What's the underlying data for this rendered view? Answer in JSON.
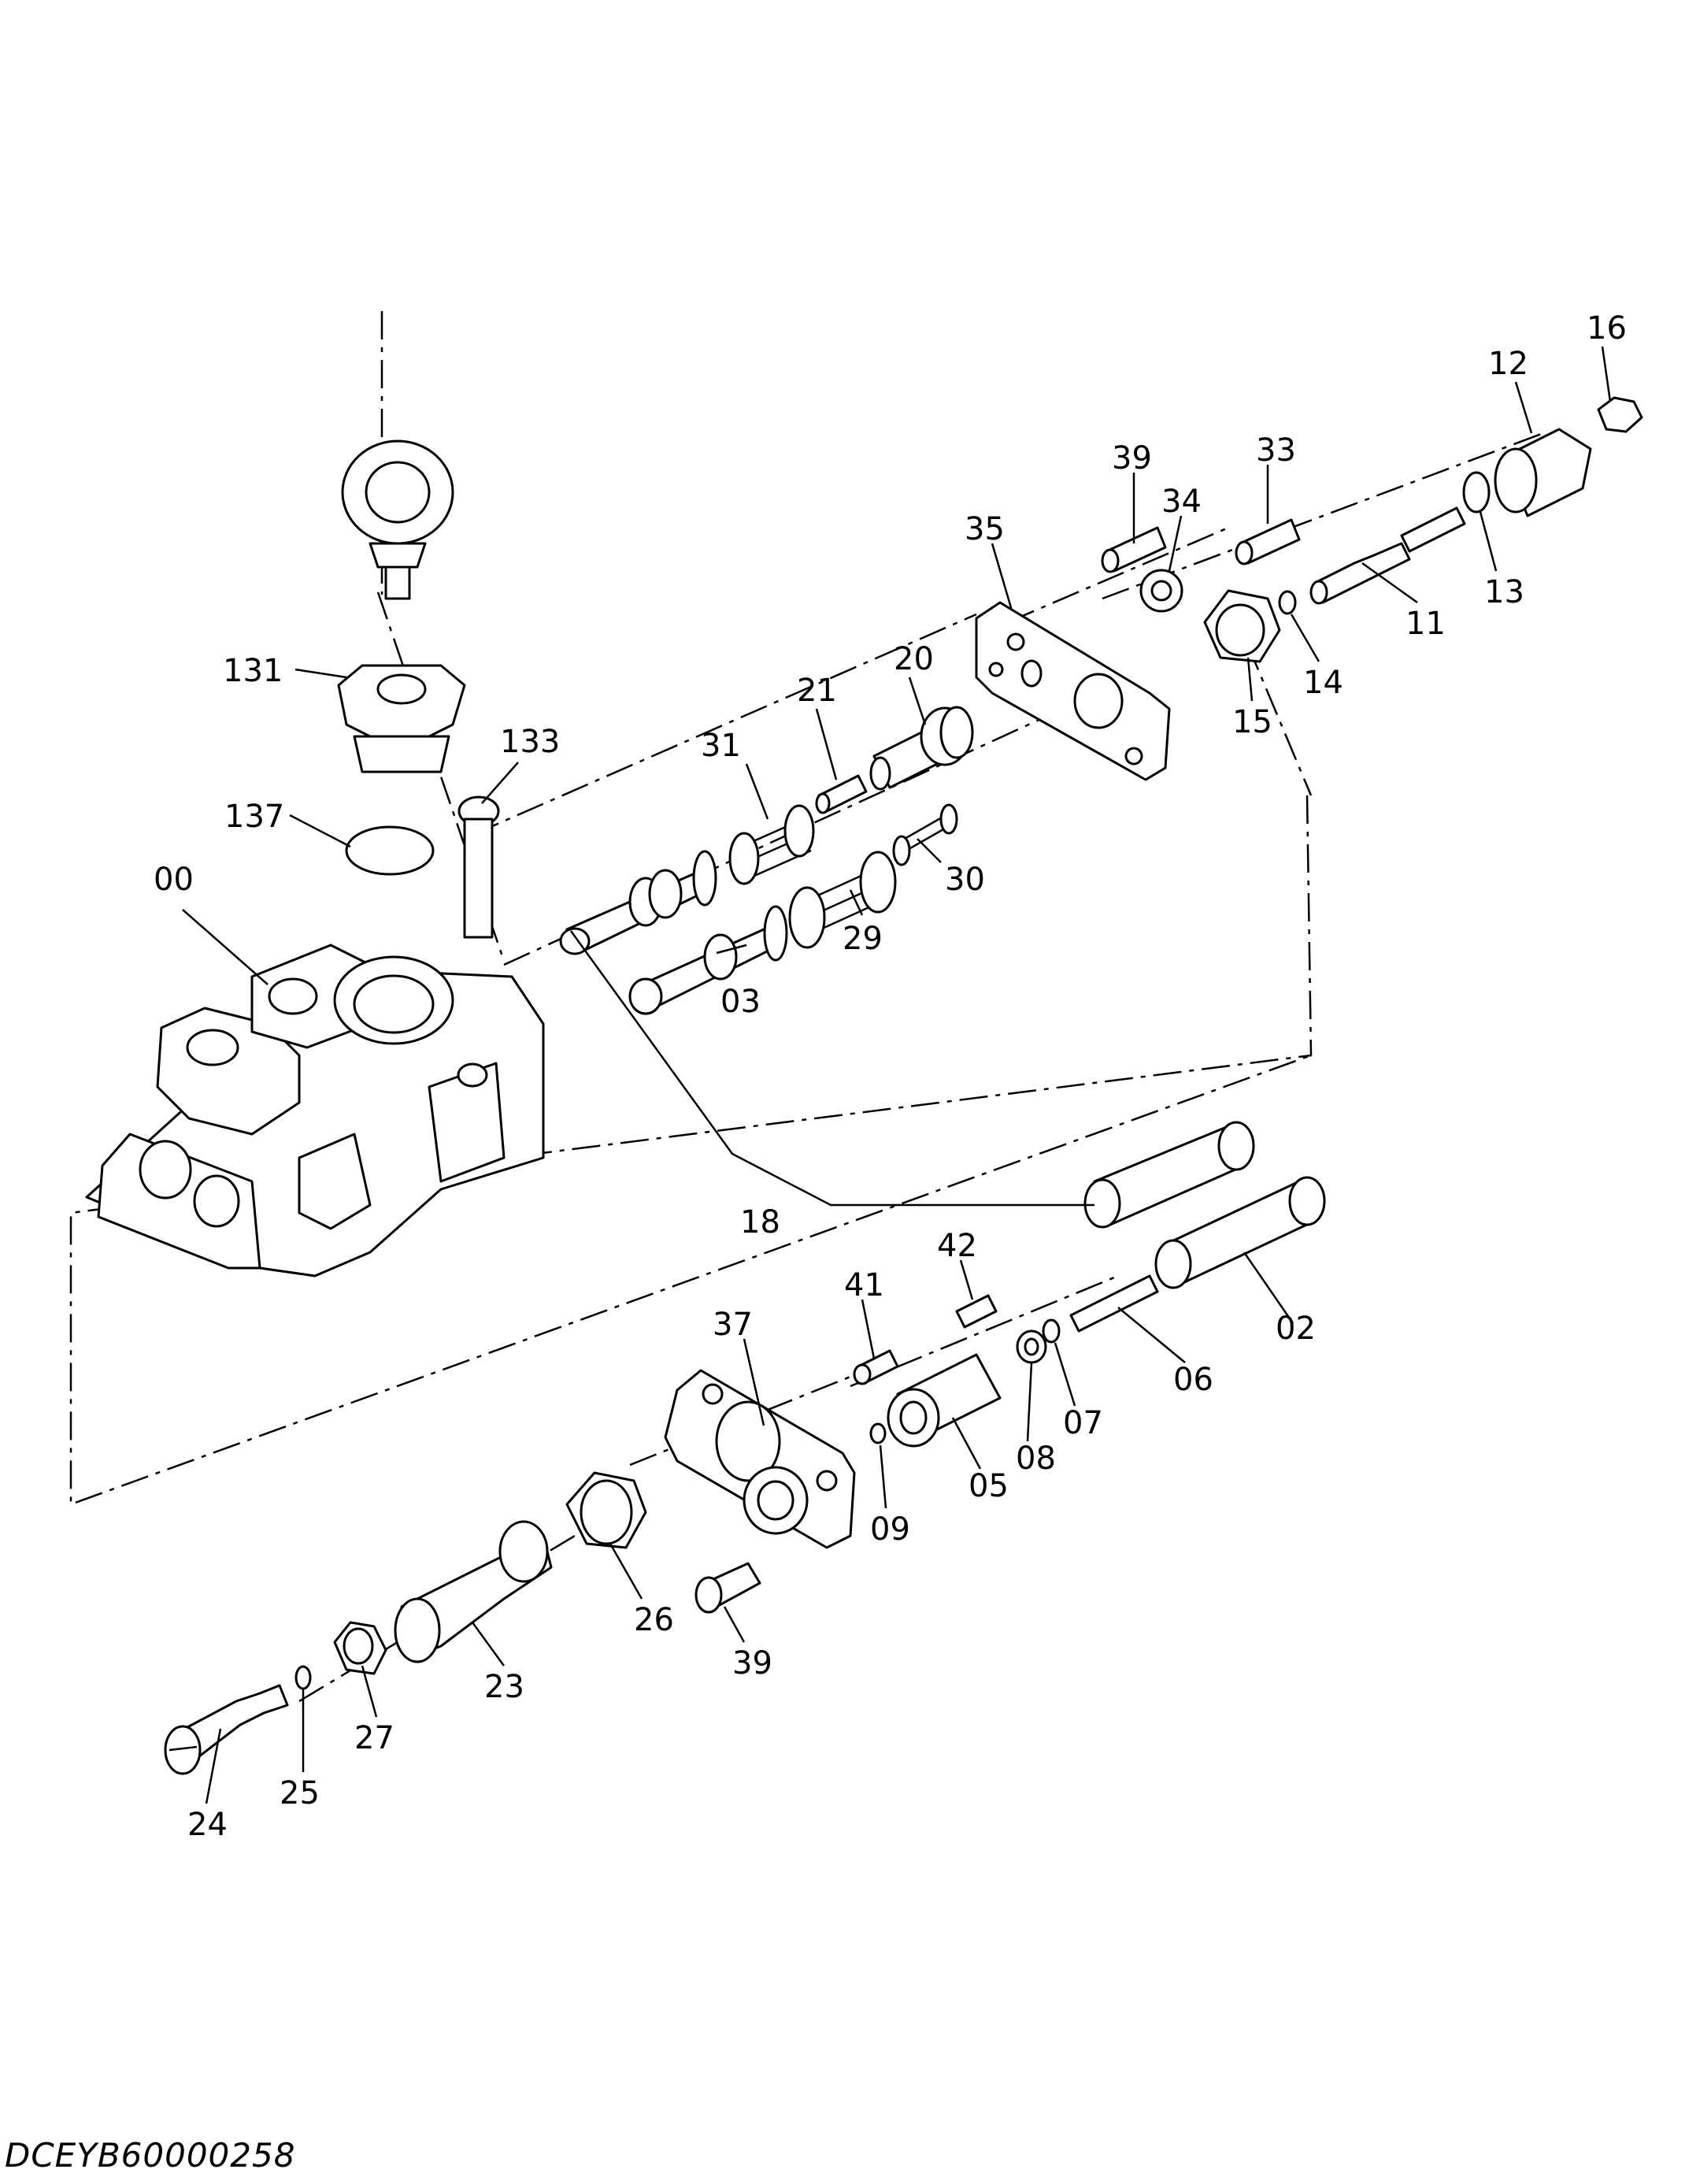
{
  "drawing_code": "DCEYB60000258",
  "callouts": [
    "00",
    "02",
    "03",
    "05",
    "06",
    "07",
    "08",
    "09",
    "11",
    "12",
    "13",
    "14",
    "15",
    "16",
    "18",
    "20",
    "21",
    "23",
    "24",
    "25",
    "26",
    "27",
    "29",
    "30",
    "31",
    "33",
    "34",
    "35",
    "37",
    "39",
    "41",
    "42",
    "131",
    "133",
    "137",
    "39"
  ]
}
